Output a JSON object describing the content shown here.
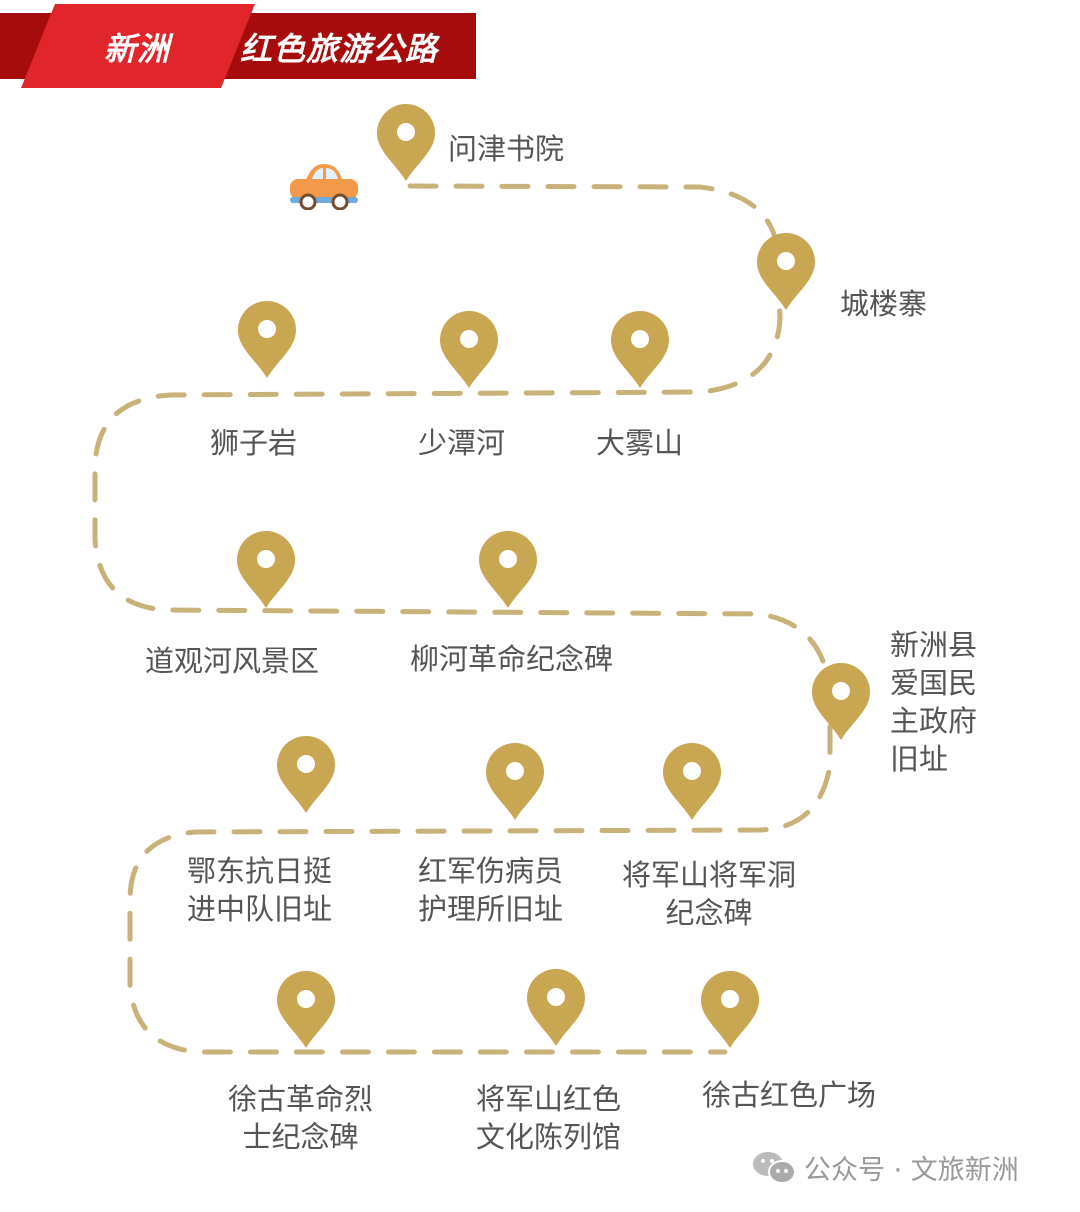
{
  "header": {
    "region": "新洲",
    "title": "红色旅游公路"
  },
  "colors": {
    "pin": "#C9A651",
    "road": "#C9B27A",
    "banner_dark": "#A60C0C",
    "banner_light": "#E0262B"
  },
  "stops": [
    {
      "name": "问津书院"
    },
    {
      "name": "城楼寨"
    },
    {
      "name": "狮子岩"
    },
    {
      "name": "少潭河"
    },
    {
      "name": "大雾山"
    },
    {
      "name": "道观河风景区"
    },
    {
      "name": "柳河革命纪念碑"
    },
    {
      "name": "新洲县\n爱国民\n主政府\n旧址"
    },
    {
      "name": "鄂东抗日挺\n进中队旧址"
    },
    {
      "name": "红军伤病员\n护理所旧址"
    },
    {
      "name": "将军山将军洞\n纪念碑"
    },
    {
      "name": "徐古革命烈\n士纪念碑"
    },
    {
      "name": "将军山红色\n文化陈列馆"
    },
    {
      "name": "徐古红色广场"
    }
  ],
  "footer": {
    "text": "公众号 · 文旅新洲"
  }
}
